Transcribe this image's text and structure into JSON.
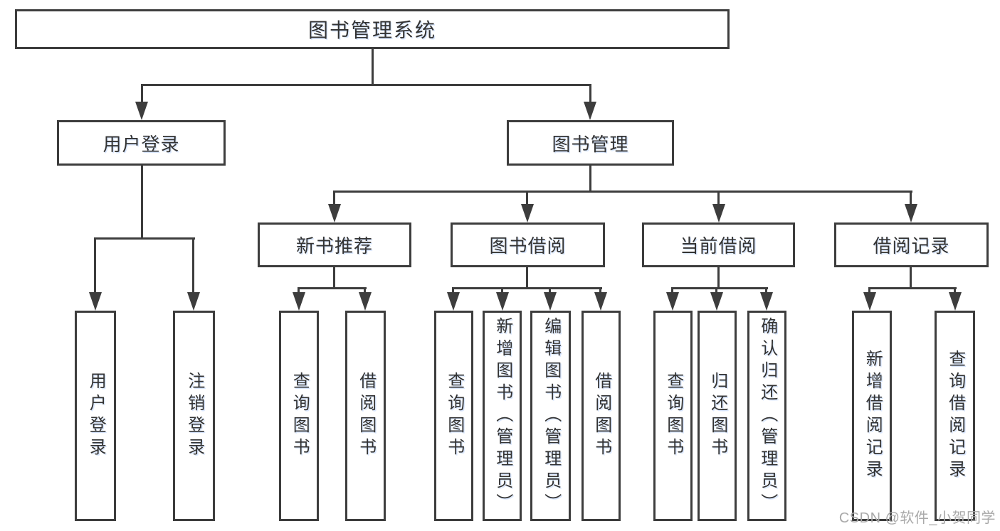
{
  "colors": {
    "line": "#3d3d3d",
    "text": "#333333",
    "background": "#ffffff",
    "watermark": "#a9a9a9"
  },
  "watermark": {
    "text": "CSDN @软件_小贺同学"
  },
  "nodes": {
    "root": {
      "label": "图书管理系统"
    },
    "user_login": {
      "label": "用户登录"
    },
    "book_mgmt": {
      "label": "图书管理"
    },
    "new_book_rec": {
      "label": "新书推荐"
    },
    "book_borrow": {
      "label": "图书借阅"
    },
    "current_borrow": {
      "label": "当前借阅"
    },
    "borrow_record": {
      "label": "借阅记录"
    },
    "leaf_user_login": {
      "label": "用户登录"
    },
    "leaf_logout_login": {
      "label": "注销登录"
    },
    "leaf_query_book_rec": {
      "label": "查询图书"
    },
    "leaf_borrow_book_rec": {
      "label": "借阅图书"
    },
    "leaf_query_book_borrow": {
      "label": "查询图书"
    },
    "leaf_add_book_admin": {
      "label": "新增图书（管理员）"
    },
    "leaf_edit_book_admin": {
      "label": "编辑图书（管理员）"
    },
    "leaf_borrow_book_borrow": {
      "label": "借阅图书"
    },
    "leaf_query_book_current": {
      "label": "查询图书"
    },
    "leaf_return_book": {
      "label": "归还图书"
    },
    "leaf_confirm_return_admin": {
      "label": "确认归还（管理员）"
    },
    "leaf_add_borrow_record": {
      "label": "新增借阅记录"
    },
    "leaf_query_borrow_record": {
      "label": "查询借阅记录"
    }
  },
  "hierarchy": {
    "图书管理系统": {
      "用户登录": [
        "用户登录",
        "注销登录"
      ],
      "图书管理": {
        "新书推荐": [
          "查询图书",
          "借阅图书"
        ],
        "图书借阅": [
          "查询图书",
          "新增图书（管理员）",
          "编辑图书（管理员）",
          "借阅图书"
        ],
        "当前借阅": [
          "查询图书",
          "归还图书",
          "确认归还（管理员）"
        ],
        "借阅记录": [
          "新增借阅记录",
          "查询借阅记录"
        ]
      }
    }
  }
}
